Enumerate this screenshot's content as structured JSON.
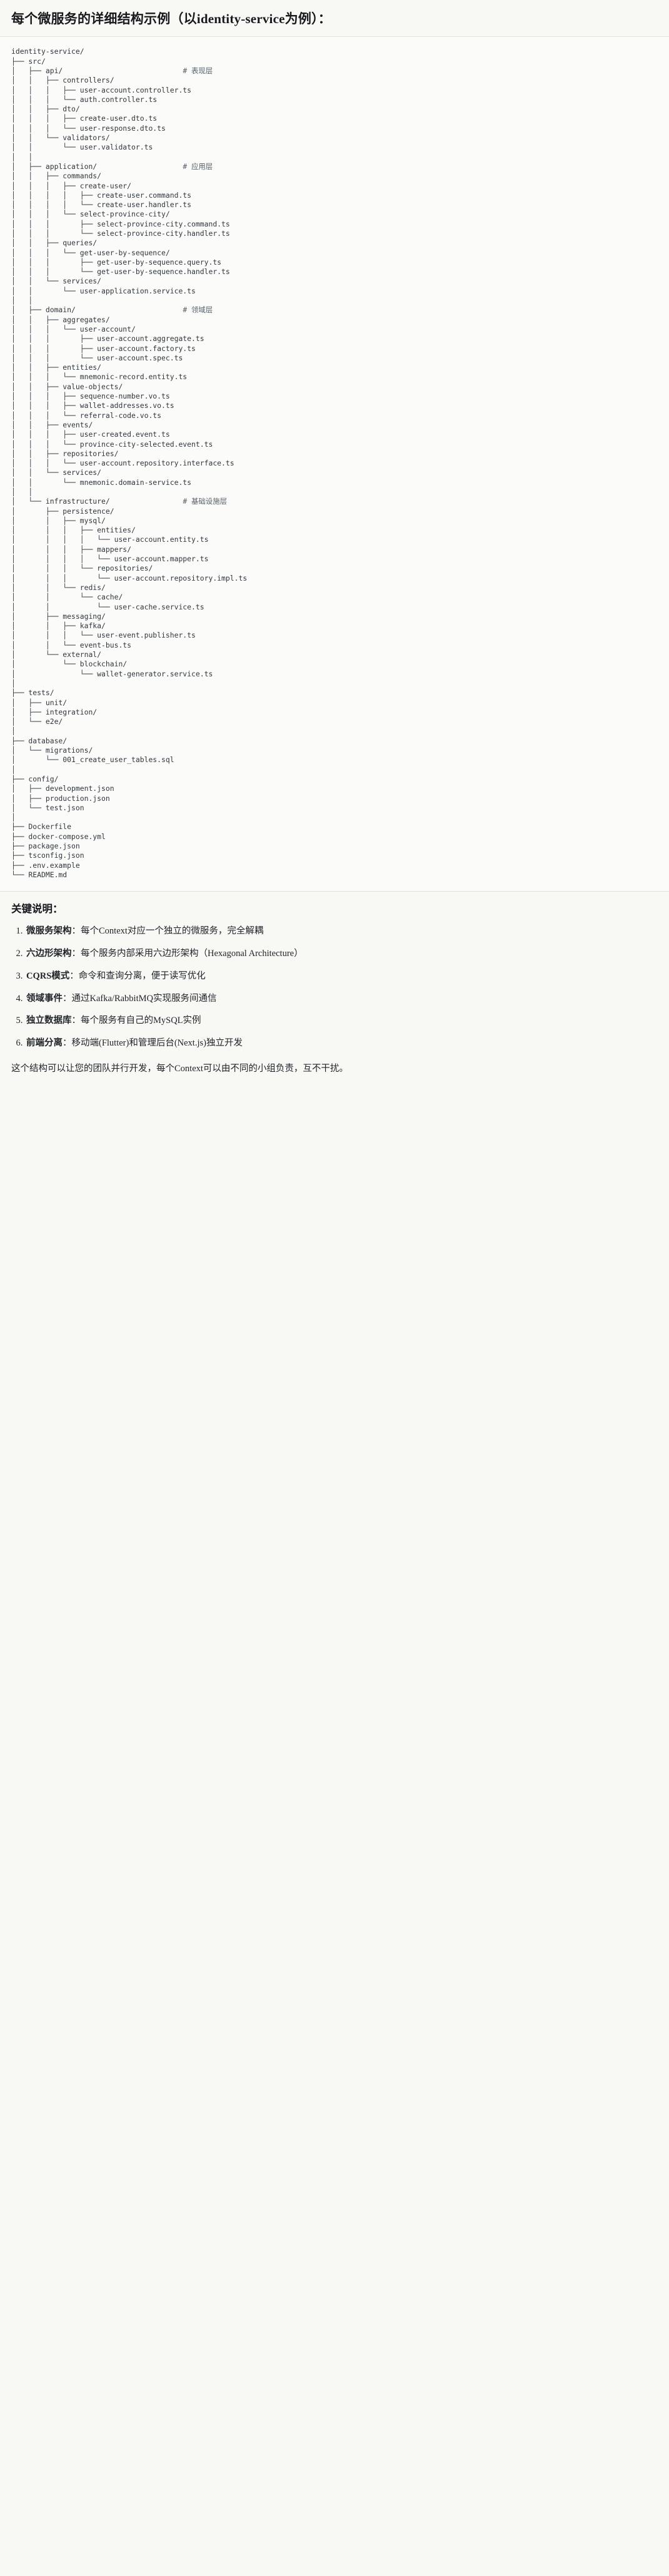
{
  "header": {
    "title": "每个微服务的详细结构示例（以identity-service为例）："
  },
  "tree": {
    "root_label": "identity-service/",
    "comments": {
      "api": "# 表现层",
      "application": "# 应用层",
      "domain": "# 领域层",
      "infrastructure": "# 基础设施层"
    },
    "lines": [
      {
        "text": "identity-service/",
        "comment": ""
      },
      {
        "text": "├── src/",
        "comment": ""
      },
      {
        "text": "│   ├── api/",
        "comment": "# 表现层"
      },
      {
        "text": "│   │   ├── controllers/",
        "comment": ""
      },
      {
        "text": "│   │   │   ├── user-account.controller.ts",
        "comment": ""
      },
      {
        "text": "│   │   │   └── auth.controller.ts",
        "comment": ""
      },
      {
        "text": "│   │   ├── dto/",
        "comment": ""
      },
      {
        "text": "│   │   │   ├── create-user.dto.ts",
        "comment": ""
      },
      {
        "text": "│   │   │   └── user-response.dto.ts",
        "comment": ""
      },
      {
        "text": "│   │   └── validators/",
        "comment": ""
      },
      {
        "text": "│   │       └── user.validator.ts",
        "comment": ""
      },
      {
        "text": "│   │",
        "comment": ""
      },
      {
        "text": "│   ├── application/",
        "comment": "# 应用层"
      },
      {
        "text": "│   │   ├── commands/",
        "comment": ""
      },
      {
        "text": "│   │   │   ├── create-user/",
        "comment": ""
      },
      {
        "text": "│   │   │   │   ├── create-user.command.ts",
        "comment": ""
      },
      {
        "text": "│   │   │   │   └── create-user.handler.ts",
        "comment": ""
      },
      {
        "text": "│   │   │   └── select-province-city/",
        "comment": ""
      },
      {
        "text": "│   │   │       ├── select-province-city.command.ts",
        "comment": ""
      },
      {
        "text": "│   │   │       └── select-province-city.handler.ts",
        "comment": ""
      },
      {
        "text": "│   │   ├── queries/",
        "comment": ""
      },
      {
        "text": "│   │   │   └── get-user-by-sequence/",
        "comment": ""
      },
      {
        "text": "│   │   │       ├── get-user-by-sequence.query.ts",
        "comment": ""
      },
      {
        "text": "│   │   │       └── get-user-by-sequence.handler.ts",
        "comment": ""
      },
      {
        "text": "│   │   └── services/",
        "comment": ""
      },
      {
        "text": "│   │       └── user-application.service.ts",
        "comment": ""
      },
      {
        "text": "│   │",
        "comment": ""
      },
      {
        "text": "│   ├── domain/",
        "comment": "# 领域层"
      },
      {
        "text": "│   │   ├── aggregates/",
        "comment": ""
      },
      {
        "text": "│   │   │   └── user-account/",
        "comment": ""
      },
      {
        "text": "│   │   │       ├── user-account.aggregate.ts",
        "comment": ""
      },
      {
        "text": "│   │   │       ├── user-account.factory.ts",
        "comment": ""
      },
      {
        "text": "│   │   │       └── user-account.spec.ts",
        "comment": ""
      },
      {
        "text": "│   │   ├── entities/",
        "comment": ""
      },
      {
        "text": "│   │   │   └── mnemonic-record.entity.ts",
        "comment": ""
      },
      {
        "text": "│   │   ├── value-objects/",
        "comment": ""
      },
      {
        "text": "│   │   │   ├── sequence-number.vo.ts",
        "comment": ""
      },
      {
        "text": "│   │   │   ├── wallet-addresses.vo.ts",
        "comment": ""
      },
      {
        "text": "│   │   │   └── referral-code.vo.ts",
        "comment": ""
      },
      {
        "text": "│   │   ├── events/",
        "comment": ""
      },
      {
        "text": "│   │   │   ├── user-created.event.ts",
        "comment": ""
      },
      {
        "text": "│   │   │   └── province-city-selected.event.ts",
        "comment": ""
      },
      {
        "text": "│   │   ├── repositories/",
        "comment": ""
      },
      {
        "text": "│   │   │   └── user-account.repository.interface.ts",
        "comment": ""
      },
      {
        "text": "│   │   └── services/",
        "comment": ""
      },
      {
        "text": "│   │       └── mnemonic.domain-service.ts",
        "comment": ""
      },
      {
        "text": "│   │",
        "comment": ""
      },
      {
        "text": "│   └── infrastructure/",
        "comment": "# 基础设施层"
      },
      {
        "text": "│       ├── persistence/",
        "comment": ""
      },
      {
        "text": "│       │   ├── mysql/",
        "comment": ""
      },
      {
        "text": "│       │   │   ├── entities/",
        "comment": ""
      },
      {
        "text": "│       │   │   │   └── user-account.entity.ts",
        "comment": ""
      },
      {
        "text": "│       │   │   ├── mappers/",
        "comment": ""
      },
      {
        "text": "│       │   │   │   └── user-account.mapper.ts",
        "comment": ""
      },
      {
        "text": "│       │   │   └── repositories/",
        "comment": ""
      },
      {
        "text": "│       │   │       └── user-account.repository.impl.ts",
        "comment": ""
      },
      {
        "text": "│       │   └── redis/",
        "comment": ""
      },
      {
        "text": "│       │       └── cache/",
        "comment": ""
      },
      {
        "text": "│       │           └── user-cache.service.ts",
        "comment": ""
      },
      {
        "text": "│       ├── messaging/",
        "comment": ""
      },
      {
        "text": "│       │   ├── kafka/",
        "comment": ""
      },
      {
        "text": "│       │   │   └── user-event.publisher.ts",
        "comment": ""
      },
      {
        "text": "│       │   └── event-bus.ts",
        "comment": ""
      },
      {
        "text": "│       └── external/",
        "comment": ""
      },
      {
        "text": "│           └── blockchain/",
        "comment": ""
      },
      {
        "text": "│               └── wallet-generator.service.ts",
        "comment": ""
      },
      {
        "text": "│",
        "comment": ""
      },
      {
        "text": "├── tests/",
        "comment": ""
      },
      {
        "text": "│   ├── unit/",
        "comment": ""
      },
      {
        "text": "│   ├── integration/",
        "comment": ""
      },
      {
        "text": "│   └── e2e/",
        "comment": ""
      },
      {
        "text": "│",
        "comment": ""
      },
      {
        "text": "├── database/",
        "comment": ""
      },
      {
        "text": "│   └── migrations/",
        "comment": ""
      },
      {
        "text": "│       └── 001_create_user_tables.sql",
        "comment": ""
      },
      {
        "text": "│",
        "comment": ""
      },
      {
        "text": "├── config/",
        "comment": ""
      },
      {
        "text": "│   ├── development.json",
        "comment": ""
      },
      {
        "text": "│   ├── production.json",
        "comment": ""
      },
      {
        "text": "│   └── test.json",
        "comment": ""
      },
      {
        "text": "│",
        "comment": ""
      },
      {
        "text": "├── Dockerfile",
        "comment": ""
      },
      {
        "text": "├── docker-compose.yml",
        "comment": ""
      },
      {
        "text": "├── package.json",
        "comment": ""
      },
      {
        "text": "├── tsconfig.json",
        "comment": ""
      },
      {
        "text": "├── .env.example",
        "comment": ""
      },
      {
        "text": "└── README.md",
        "comment": ""
      }
    ]
  },
  "notes": {
    "title": "关键说明：",
    "items": [
      {
        "term": "微服务架构",
        "sep": "：",
        "desc": "每个Context对应一个独立的微服务，完全解耦"
      },
      {
        "term": "六边形架构",
        "sep": "：",
        "desc": "每个服务内部采用六边形架构（Hexagonal Architecture）"
      },
      {
        "term": "CQRS模式",
        "sep": "：",
        "desc": "命令和查询分离，便于读写优化"
      },
      {
        "term": "领域事件",
        "sep": "：",
        "desc": "通过Kafka/RabbitMQ实现服务间通信"
      },
      {
        "term": "独立数据库",
        "sep": "：",
        "desc": "每个服务有自己的MySQL实例"
      },
      {
        "term": "前端分离",
        "sep": "：",
        "desc": "移动端(Flutter)和管理后台(Next.js)独立开发"
      }
    ],
    "closing": "这个结构可以让您的团队并行开发，每个Context可以由不同的小组负责，互不干扰。"
  },
  "colors": {
    "page_bg": "#f8f8f5",
    "code_bg": "#fbfbf9",
    "text": "#1f2328",
    "comment": "#57606a",
    "divider": "#e2e2dd"
  }
}
